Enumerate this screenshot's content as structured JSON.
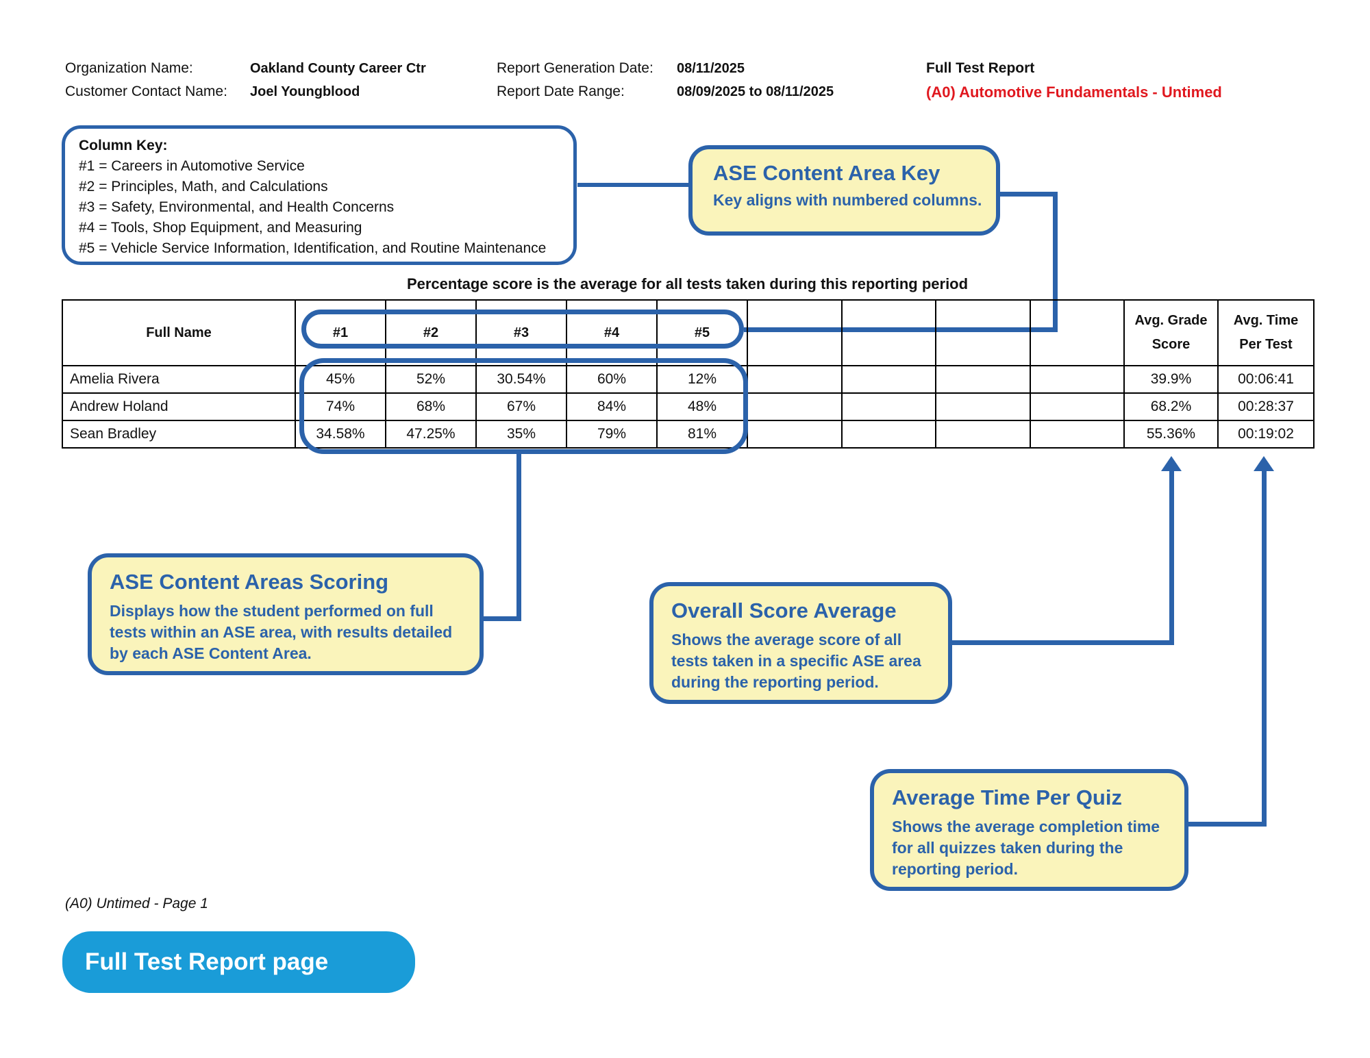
{
  "colors": {
    "accent_blue": "#2b62aa",
    "callout_yellow": "#faf4bb",
    "alert_red": "#e0181f",
    "button_blue": "#1a9cd8"
  },
  "header": {
    "org_label": "Organization Name:",
    "org_value": "Oakland County Career Ctr",
    "contact_label": "Customer Contact Name:",
    "contact_value": "Joel Youngblood",
    "generation_date_label": "Report Generation Date:",
    "generation_date_value": "08/11/2025",
    "date_range_label": "Report Date Range:",
    "date_range_value": "08/09/2025 to 08/11/2025",
    "report_title": "Full Test Report",
    "report_subtitle": "(A0) Automotive Fundamentals - Untimed"
  },
  "column_key": {
    "title": "Column Key:",
    "items": [
      "#1 = Careers in Automotive Service",
      "#2 = Principles, Math, and Calculations",
      "#3 = Safety, Environmental, and Health Concerns",
      "#4 = Tools, Shop Equipment, and Measuring",
      "#5 = Vehicle Service Information, Identification, and Routine Maintenance"
    ]
  },
  "callouts": {
    "area_key": {
      "title": "ASE Content Area Key",
      "body": "Key aligns with numbered columns."
    },
    "scoring": {
      "title": "ASE Content Areas Scoring",
      "body": "Displays how the student performed on full tests within an ASE area, with results detailed by each ASE Content Area."
    },
    "overall": {
      "title": "Overall Score Average",
      "body": "Shows the average score of all tests taken in a specific ASE area during the reporting period."
    },
    "avg_time": {
      "title": "Average Time Per Quiz",
      "body": "Shows the average completion time for all quizzes taken during the reporting period."
    }
  },
  "table": {
    "caption": "Percentage score is the average for all tests taken during this reporting period",
    "headers": {
      "full_name": "Full Name",
      "numbered": [
        "#1",
        "#2",
        "#3",
        "#4",
        "#5"
      ],
      "avg_grade_line1": "Avg. Grade",
      "avg_grade_line2": "Score",
      "avg_time_line1": "Avg. Time",
      "avg_time_line2": "Per Test"
    },
    "rows": [
      {
        "name": "Amelia Rivera",
        "scores": [
          "45%",
          "52%",
          "30.54%",
          "60%",
          "12%"
        ],
        "avg_grade": "39.9%",
        "avg_time": "00:06:41"
      },
      {
        "name": "Andrew Holand",
        "scores": [
          "74%",
          "68%",
          "67%",
          "84%",
          "48%"
        ],
        "avg_grade": "68.2%",
        "avg_time": "00:28:37"
      },
      {
        "name": "Sean Bradley",
        "scores": [
          "34.58%",
          "47.25%",
          "35%",
          "79%",
          "81%"
        ],
        "avg_grade": "55.36%",
        "avg_time": "00:19:02"
      }
    ]
  },
  "footer": {
    "page_note": "(A0) Untimed - Page 1",
    "button_label": "Full Test Report page"
  }
}
